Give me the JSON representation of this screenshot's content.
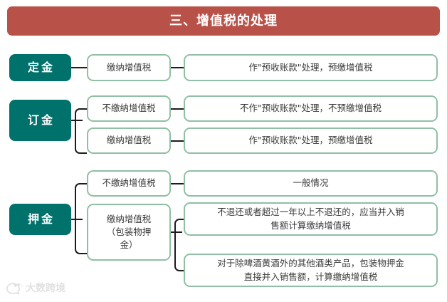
{
  "header": {
    "title": "三、增值税的处理",
    "bar_color": "#b85249",
    "text_color": "#ffffff"
  },
  "theme": {
    "category_fill": "#00716b",
    "node_border": "#8fbfa4",
    "node_fill": "#ffffff",
    "connector_color": "#1c1c1c",
    "text_color": "#3a3a3a"
  },
  "diagram": {
    "type": "tree",
    "groups": [
      {
        "id": "dingjin-deposit",
        "category": "定金",
        "branches": [
          {
            "id": "dingjin-pay",
            "middle": "缴纳增值税",
            "leaves": [
              "作\"预收账款\"处理，预缴增值税"
            ]
          }
        ]
      },
      {
        "id": "dingjin-order",
        "category": "订金",
        "branches": [
          {
            "id": "order-nopay",
            "middle": "不缴纳增值税",
            "leaves": [
              "不作\"预收账款\"处理，不预缴增值税"
            ]
          },
          {
            "id": "order-pay",
            "middle": "缴纳增值税",
            "leaves": [
              "作\"预收账款\"处理，预缴增值税"
            ]
          }
        ]
      },
      {
        "id": "yajin",
        "category": "押金",
        "branches": [
          {
            "id": "yajin-nopay",
            "middle": "不缴纳增值税",
            "leaves": [
              "一般情况"
            ]
          },
          {
            "id": "yajin-pay",
            "middle": "缴纳增值税\n（包装物押\n金）",
            "leaves": [
              "不退还或者超过一年以上不退还的，应当并入销\n售额计算缴纳增值税",
              "对于除啤酒黄酒外的其他酒类产品，包装物押金\n直接并入销售额，计算缴纳增值税"
            ]
          }
        ]
      }
    ]
  },
  "watermark": {
    "text": "大数跨境",
    "logo_name": "circle-smiley-logo"
  }
}
